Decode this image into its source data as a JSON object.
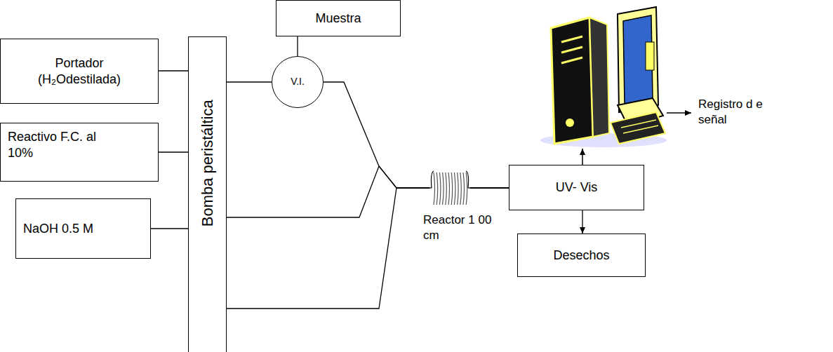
{
  "diagram": {
    "nodes": [
      {
        "text": [
          "Muestra"
        ]
      },
      {
        "text": [
          "Portador (H₂Odestilada)"
        ]
      },
      {
        "text": [
          "Reactivo F.C. al 10%"
        ]
      },
      {
        "text": [
          "NaOH 0.5 M"
        ]
      },
      {
        "text": [
          "Bomba peristáltica"
        ]
      },
      {
        "text": [
          "V.I."
        ]
      },
      {
        "text": [
          "UV- Vis"
        ]
      },
      {
        "text": [
          "Desechos"
        ]
      }
    ],
    "edges": [
      {
        "from": 1,
        "to": 4,
        "arrow": "none"
      },
      {
        "from": 2,
        "to": 4,
        "arrow": "none"
      },
      {
        "from": 3,
        "to": 4,
        "arrow": "none"
      },
      {
        "from": 0,
        "to": 5,
        "arrow": "none"
      },
      {
        "from": 4,
        "to": 5,
        "arrow": "none"
      },
      {
        "from": 5,
        "to": 6,
        "arrow": "none"
      },
      {
        "from": 4,
        "to": 6,
        "arrow": "none"
      },
      {
        "from": 4,
        "to": 6,
        "arrow": "none"
      },
      {
        "from": 6,
        "to": 7,
        "arrow": "to"
      }
    ],
    "labels": [
      "Reactor 1 00 cm",
      "Registro d e señal"
    ]
  }
}
